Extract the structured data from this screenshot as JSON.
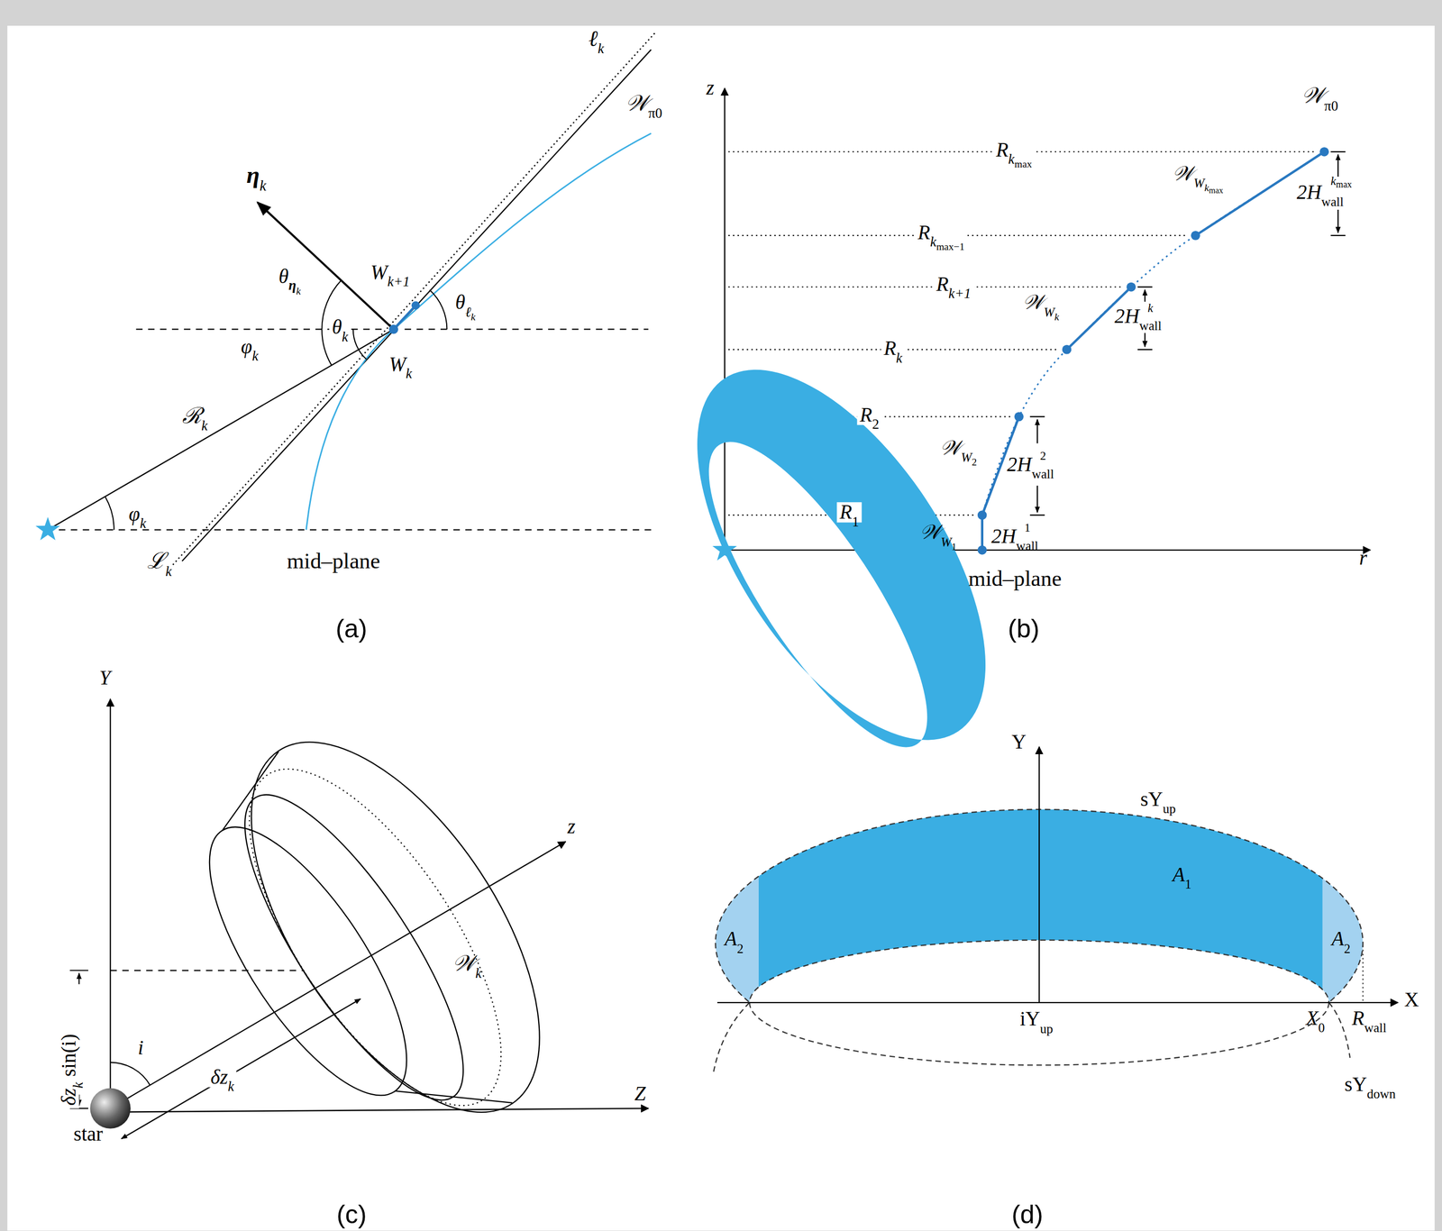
{
  "diagram": {
    "labels": [
      "ℓ",
      "k",
      "𝒲",
      "π0",
      "η",
      "k",
      "θ",
      "η",
      "k",
      "W",
      "k+1",
      "θ",
      "ℓ",
      "k",
      "φ",
      "k",
      "θ",
      "k",
      "W",
      "k",
      "ℛ",
      "k",
      "φ",
      "k",
      "ℒ",
      "k",
      "mid–plane",
      "(a)",
      "z",
      "𝒲",
      "π0",
      "R",
      "k",
      "max",
      "𝒲",
      "W",
      "k",
      "max",
      "2H",
      "wall",
      "k",
      "max",
      "R",
      "k",
      "max−1",
      "R",
      "k+1",
      "𝒲",
      "W",
      "k",
      "2H",
      "wall",
      "k",
      "R",
      "k",
      "R",
      "2",
      "𝒲",
      "W",
      "2",
      "2H",
      "wall",
      "2",
      "R",
      "1",
      "𝒲",
      "W",
      "1",
      "2H",
      "wall",
      "1",
      "r",
      "mid–plane",
      "(b)",
      "Y",
      "z",
      "𝒲",
      "k",
      "i",
      "δz",
      "k",
      "δz",
      "k",
      "sin(i)",
      "Z",
      "star",
      "(c)",
      "Y",
      "sY",
      "up",
      "A",
      "1",
      "A",
      "2",
      "A",
      "2",
      "X",
      "X",
      "0",
      "R",
      "wall",
      "iY",
      "up",
      "sY",
      "down",
      "(d)"
    ]
  }
}
